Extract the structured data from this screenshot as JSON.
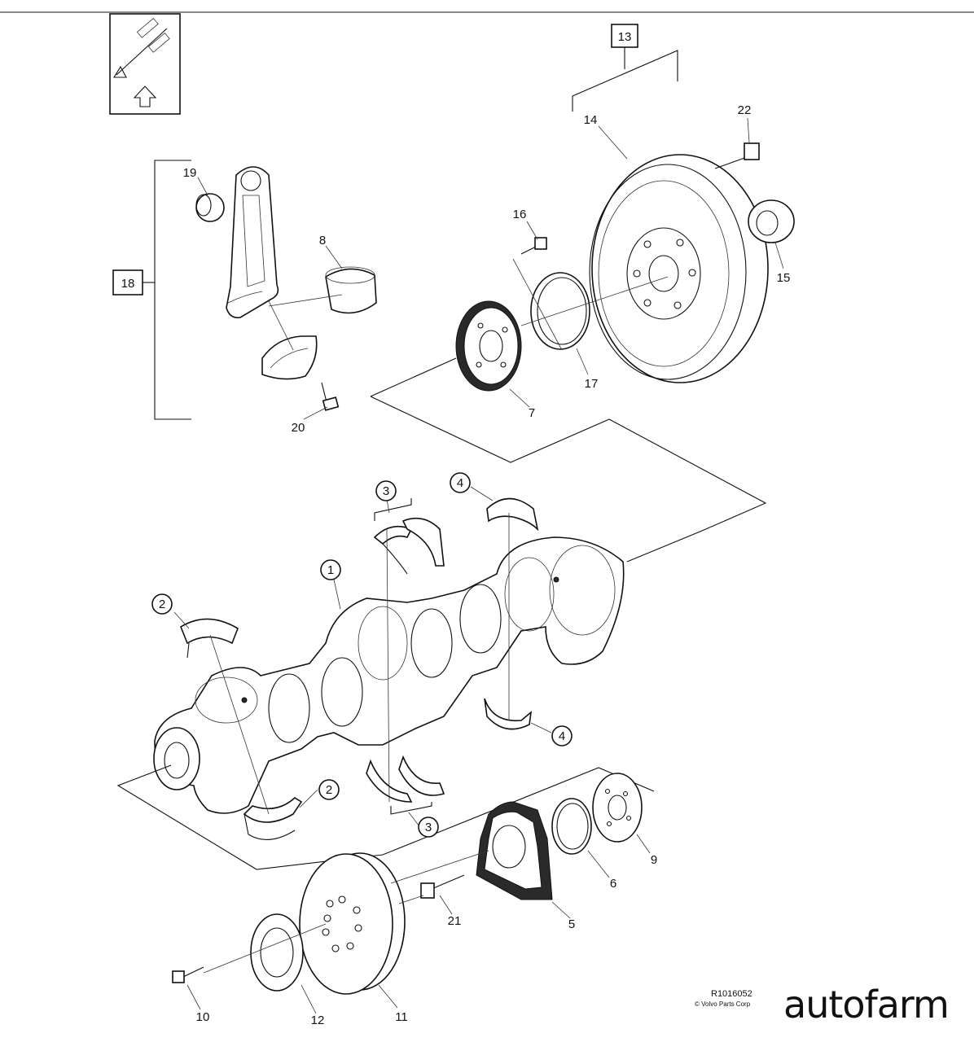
{
  "diagram": {
    "reference_code": "R1016052",
    "copyright": "© Volvo Parts Corp",
    "watermark": "autofarm",
    "boxed_labels": {
      "b13": "13",
      "b18": "18"
    },
    "circled_labels": {
      "c1": "1",
      "c2a": "2",
      "c2b": "2",
      "c3a": "3",
      "c3b": "3",
      "c4a": "4",
      "c4b": "4"
    },
    "part_labels": {
      "p5": "5",
      "p6": "6",
      "p7": "7",
      "p8": "8",
      "p9": "9",
      "p10": "10",
      "p11": "11",
      "p12": "12",
      "p14": "14",
      "p15": "15",
      "p16": "16",
      "p17": "17",
      "p19": "19",
      "p20": "20",
      "p21": "21",
      "p22": "22"
    }
  }
}
